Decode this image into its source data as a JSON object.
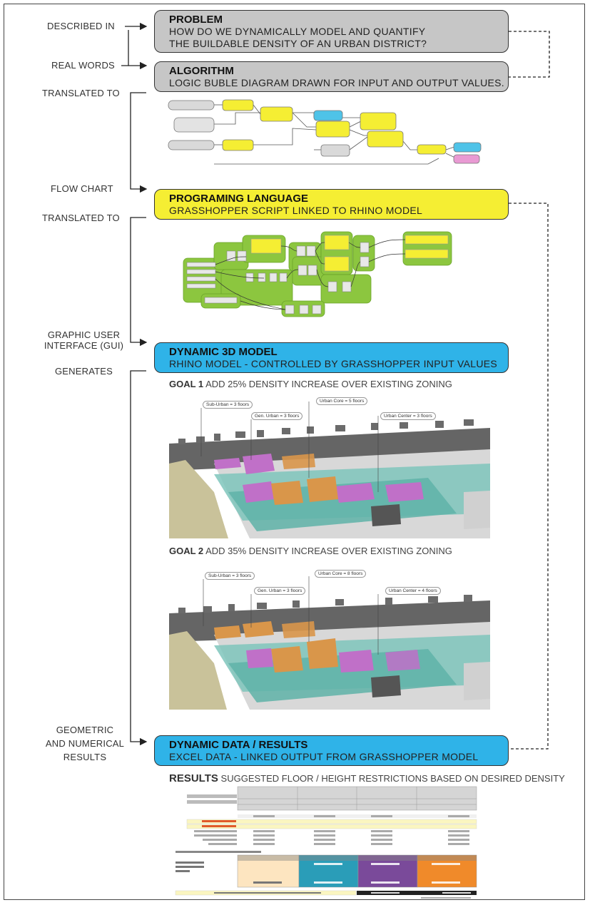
{
  "left_labels": {
    "described_in": "DESCRIBED IN",
    "real_words": "REAL WORDS",
    "translated_to_1": "TRANSLATED TO",
    "flow_chart": "FLOW CHART",
    "translated_to_2": "TRANSLATED TO",
    "gui_line1": "GRAPHIC USER",
    "gui_line2": "INTERFACE (GUI)",
    "generates": "GENERATES",
    "geo_line1": "GEOMETRIC",
    "geo_line2": "AND  NUMERICAL",
    "geo_line3": "RESULTS"
  },
  "boxes": {
    "problem": {
      "title": "PROBLEM",
      "line1": "HOW DO WE DYNAMICALLY MODEL AND QUANTIFY",
      "line2": "THE BUILDABLE DENSITY OF AN URBAN DISTRICT?"
    },
    "algorithm": {
      "title": "ALGORITHM",
      "line1": "LOGIC BUBLE DIAGRAM DRAWN FOR INPUT AND OUTPUT VALUES."
    },
    "programing": {
      "title": "PROGRAMING LANGUAGE",
      "line1": "GRASSHOPPER SCRIPT LINKED TO RHINO MODEL"
    },
    "model": {
      "title": "DYNAMIC 3D MODEL",
      "line1": "RHINO MODEL - CONTROLLED BY GRASSHOPPER INPUT VALUES"
    },
    "data": {
      "title": "DYNAMIC DATA / RESULTS",
      "line1": "EXCEL DATA - LINKED OUTPUT FROM GRASSHOPPER MODEL"
    }
  },
  "goal1": {
    "label": "GOAL 1",
    "text": "ADD 25% DENSITY INCREASE OVER EXISTING ZONING",
    "callouts": [
      "Sub-Urban = 3 floors",
      "Gen. Urban = 3 floors",
      "Urban Core = 5 floors",
      "Urban Center = 3 floors"
    ]
  },
  "goal2": {
    "label": "GOAL 2",
    "text": "ADD 35% DENSITY INCREASE OVER EXISTING ZONING",
    "callouts": [
      "Sub-Urban = 3 floors",
      "Gen. Urban = 3 floors",
      "Urban Core = 8 floors",
      "Urban Center = 4 floors"
    ]
  },
  "results": {
    "label": "RESULTS",
    "text": "SUGGESTED FLOOR / HEIGHT RESTRICTIONS BASED ON DESIRED DENSITY"
  },
  "colors": {
    "grey": "#c6c6c6",
    "yellow": "#f5ee33",
    "blue": "#2fb3e8",
    "green": "#8cc63f",
    "teal": "#5fb3a8",
    "magenta": "#c070c8",
    "orange": "#d9964a"
  },
  "icons": [
    "arrow-right-icon",
    "dashed-connector"
  ]
}
